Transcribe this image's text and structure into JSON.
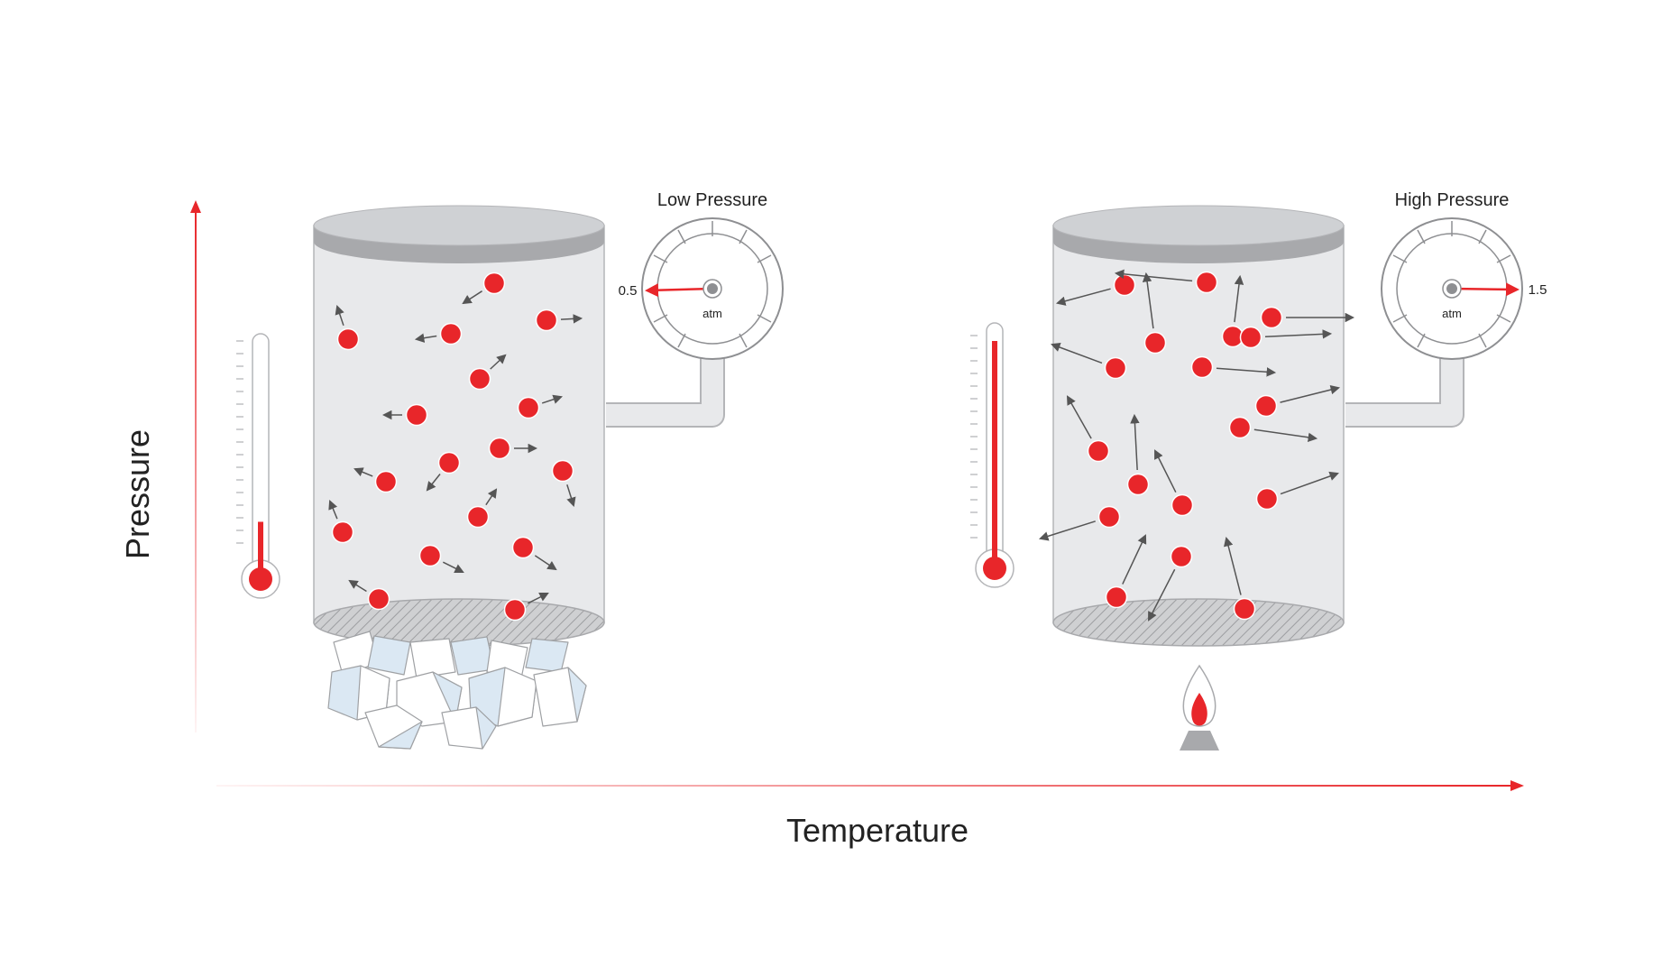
{
  "labels": {
    "pressure_axis": "Pressure",
    "temperature_axis": "Temperature"
  },
  "containers": [
    {
      "id": "cold",
      "gauge_title": "Low Pressure",
      "gauge_value": "0.5",
      "gauge_unit": "atm",
      "thermometer_level": 0.22,
      "heat_source": "ice-cubes"
    },
    {
      "id": "hot",
      "gauge_title": "High Pressure",
      "gauge_value": "1.5",
      "gauge_unit": "atm",
      "thermometer_level": 0.95,
      "heat_source": "flame"
    }
  ],
  "colors": {
    "accent": "#e8262a",
    "particle": "#e8262a",
    "container_fill": "#e8e9eb",
    "container_lid": "#cfd1d4",
    "container_edge": "#a8a9ac",
    "arrow": "#555555",
    "ice_light": "#ffffff",
    "ice_blue": "#dbe8f3"
  }
}
